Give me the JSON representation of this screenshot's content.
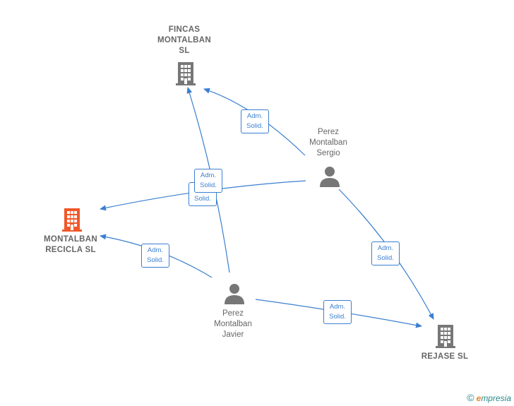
{
  "nodes": {
    "fincas": {
      "label": "FINCAS\nMONTALBAN\nSL",
      "kind": "company"
    },
    "montalban_recicla": {
      "label": "MONTALBAN\nRECICLA  SL",
      "kind": "company-focal"
    },
    "rejase": {
      "label": "REJASE  SL",
      "kind": "company"
    },
    "sergio": {
      "label": "Perez\nMontalban\nSergio",
      "kind": "person"
    },
    "javier": {
      "label": "Perez\nMontalban\nJavier",
      "kind": "person"
    }
  },
  "edges": [
    {
      "id": "sergio-fincas",
      "label": "Adm.\nSolid."
    },
    {
      "id": "javier-fincas",
      "label": "Adm.\nSolid."
    },
    {
      "id": "sergio-recicla",
      "label": "Adm.\nSolid."
    },
    {
      "id": "javier-recicla",
      "label": "Adm.\nSolid."
    },
    {
      "id": "sergio-rejase",
      "label": "Adm.\nSolid."
    },
    {
      "id": "javier-rejase",
      "label": "Adm.\nSolid."
    }
  ],
  "brand": {
    "copyright": "©",
    "initial": "e",
    "name": "mpresia"
  },
  "colors": {
    "edge": "#3a7fd0",
    "company": "#777777",
    "focal": "#f0582a",
    "person": "#777777"
  }
}
